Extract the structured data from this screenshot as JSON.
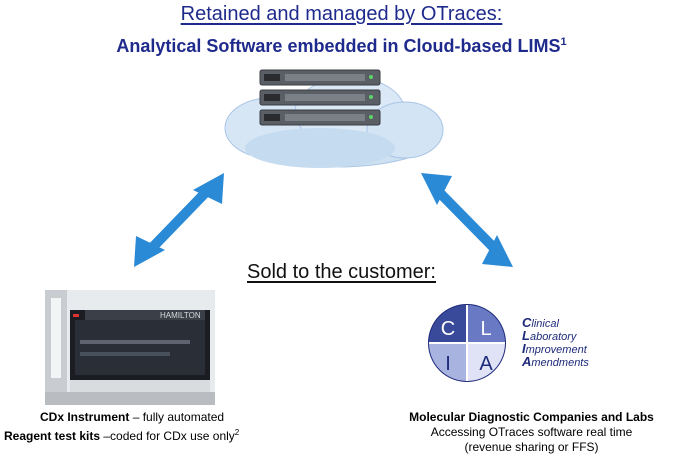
{
  "header": {
    "line1": "Retained and managed by OTraces:",
    "line2": "Analytical Software embedded in Cloud-based LIMS",
    "line2_sup": "1"
  },
  "middle": {
    "sold_label": "Sold to the customer:"
  },
  "left": {
    "instrument_bold": "CDx Instrument",
    "instrument_rest": "– fully automated",
    "kits_bold": "Reagent test kits",
    "kits_rest": "–coded for CDx use only",
    "kits_sup": "2",
    "photo_brand": "HAMILTON"
  },
  "right": {
    "title": "Molecular Diagnostic Companies and Labs",
    "line2": "Accessing OTraces software real time",
    "line3": "(revenue sharing or FFS)",
    "logo": {
      "letters": [
        "C",
        "L",
        "I",
        "A"
      ],
      "words": [
        {
          "initial": "C",
          "rest": "linical"
        },
        {
          "initial": "L",
          "rest": "aboratory"
        },
        {
          "initial": "I",
          "rest": "mprovement"
        },
        {
          "initial": "A",
          "rest": "mendments"
        }
      ]
    }
  },
  "colors": {
    "arrow": "#2b8ad6",
    "header": "#1f2b8c",
    "cloud": "#b9d3ec",
    "logo": "#1e2a7a"
  }
}
